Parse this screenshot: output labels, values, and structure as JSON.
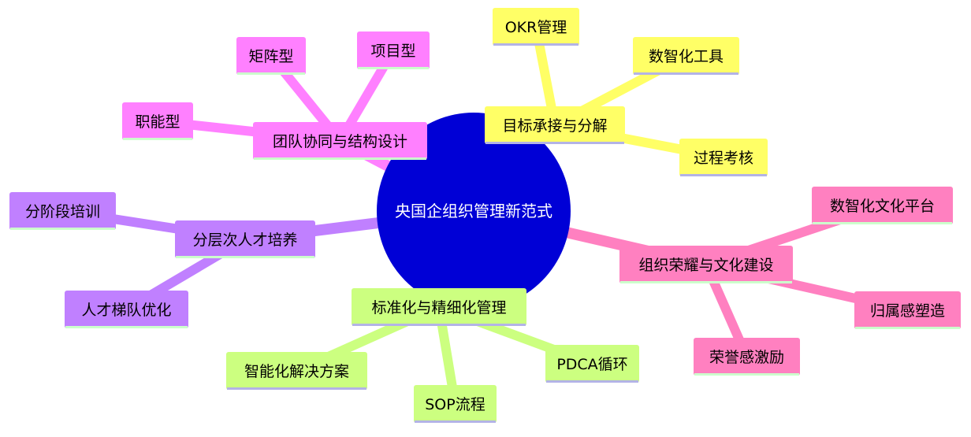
{
  "root": {
    "label": "央国企组织管理新范式",
    "fill": "#0000d6",
    "text_color": "#ffffff"
  },
  "branches": [
    {
      "id": "goal",
      "label": "目标承接与分解",
      "color": "#ffff66",
      "underline": "#b3b3e6",
      "children": [
        "OKR管理",
        "数智化工具",
        "过程考核"
      ]
    },
    {
      "id": "team",
      "label": "团队协同与结构设计",
      "color": "#ff80ff",
      "underline": "#ccffcc",
      "children": [
        "矩阵型",
        "项目型",
        "职能型"
      ]
    },
    {
      "id": "talent",
      "label": "分层次人才培养",
      "color": "#c080ff",
      "underline": "#ccffcc",
      "children": [
        "分阶段培训",
        "人才梯队优化"
      ]
    },
    {
      "id": "standard",
      "label": "标准化与精细化管理",
      "color": "#ccff80",
      "underline": "#b3b3e6",
      "children": [
        "智能化解决方案",
        "SOP流程",
        "PDCA循环"
      ]
    },
    {
      "id": "culture",
      "label": "组织荣耀与文化建设",
      "color": "#ff80c0",
      "underline": "#ccffcc",
      "children": [
        "数智化文化平台",
        "归属感塑造",
        "荣誉感激励"
      ]
    }
  ]
}
